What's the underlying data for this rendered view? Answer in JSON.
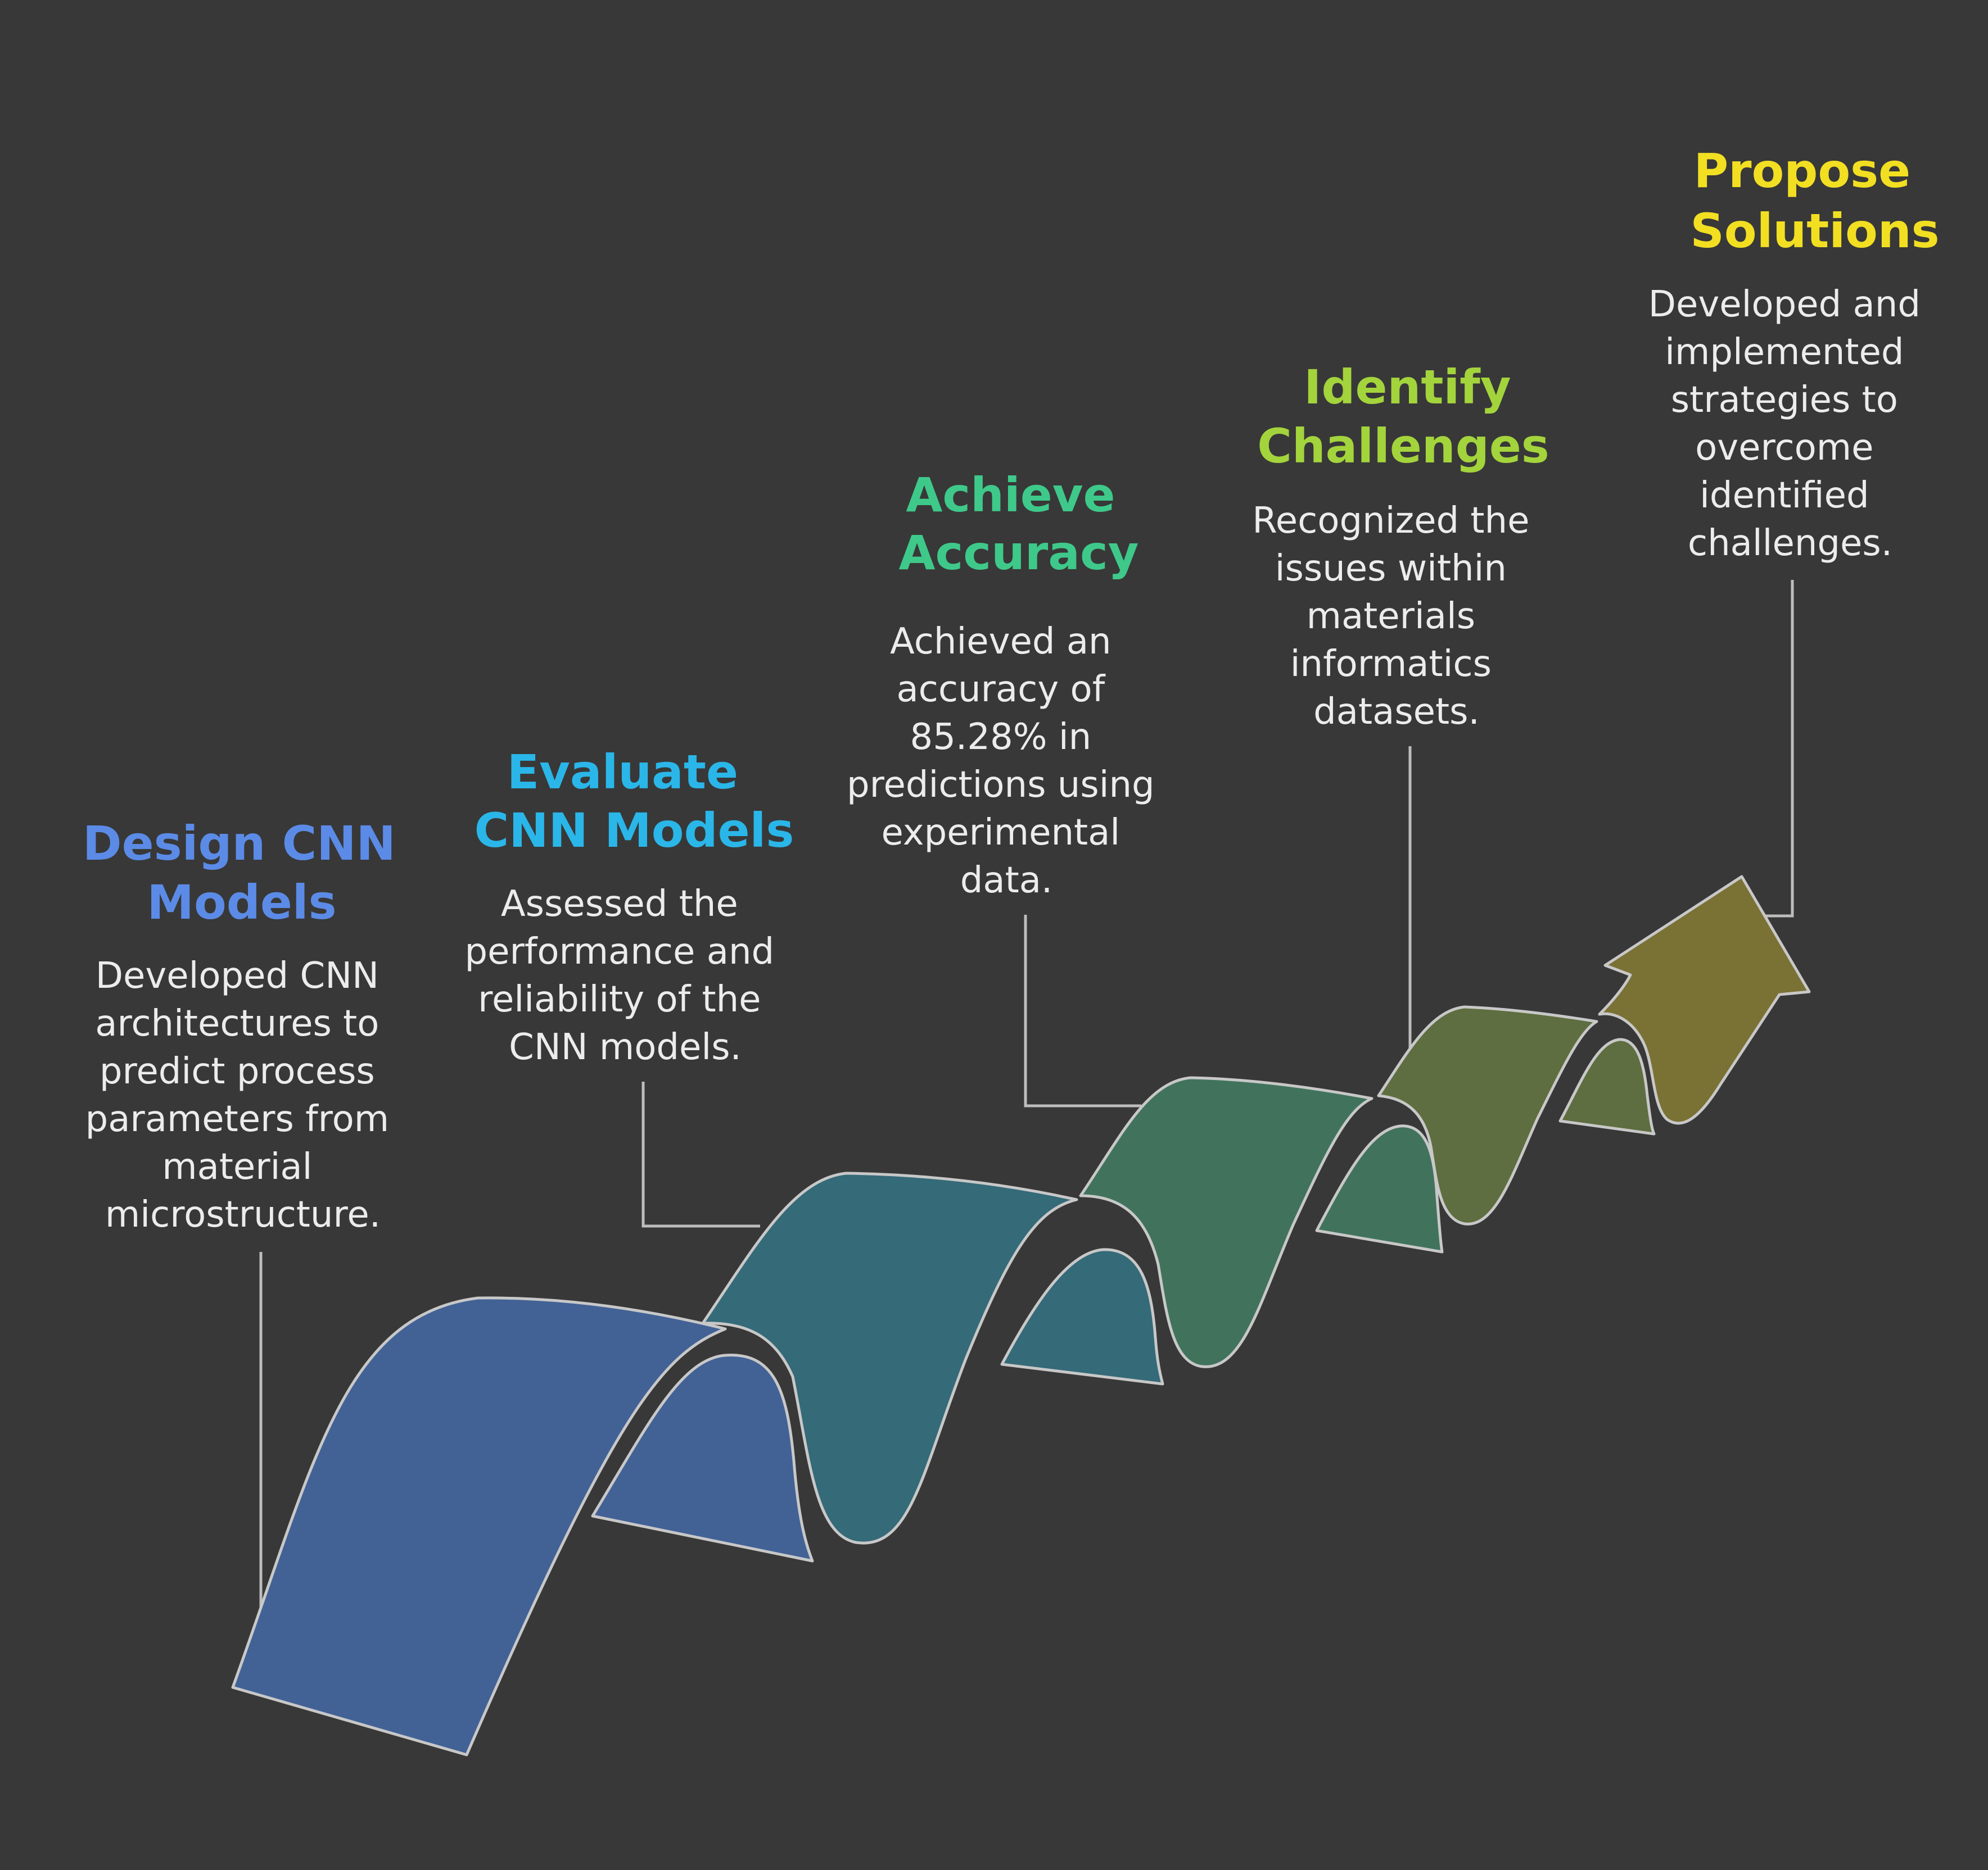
{
  "steps": [
    {
      "title_lines": [
        "Design CNN",
        "Models"
      ],
      "description_lines": [
        "Developed CNN",
        "architectures to",
        "predict process",
        "parameters from",
        "material",
        "microstructure."
      ],
      "color": "#5b8be6",
      "ribbon_color": "#426296"
    },
    {
      "title_lines": [
        "Evaluate",
        "CNN Models"
      ],
      "description_lines": [
        "Assessed the",
        "performance and",
        "reliability of the",
        "CNN models."
      ],
      "color": "#2ab6e8",
      "ribbon_color": "#356a78"
    },
    {
      "title_lines": [
        "Achieve",
        "Accuracy"
      ],
      "description_lines": [
        "Achieved an",
        "accuracy of",
        "85.28% in",
        "predictions using",
        "experimental",
        "data."
      ],
      "color": "#3ec98a",
      "ribbon_color": "#41735c"
    },
    {
      "title_lines": [
        "Identify",
        "Challenges"
      ],
      "description_lines": [
        "Recognized the",
        "issues within",
        "materials",
        "informatics",
        "datasets."
      ],
      "color": "#a3d43c",
      "ribbon_color": "#5e6e40"
    },
    {
      "title_lines": [
        "Propose",
        "Solutions"
      ],
      "description_lines": [
        "Developed and",
        "implemented",
        "strategies to",
        "overcome",
        "identified",
        "challenges."
      ],
      "color": "#f2df22",
      "ribbon_color": "#7a7135"
    }
  ]
}
